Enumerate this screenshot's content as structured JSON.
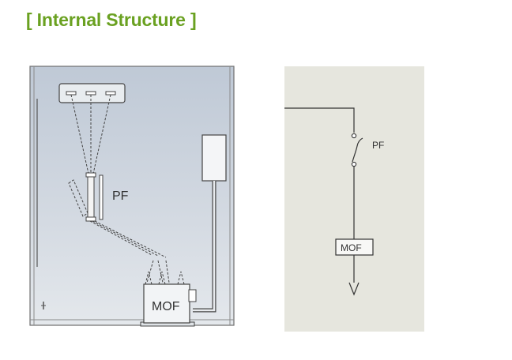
{
  "page_title": "[ Internal Structure ]",
  "labels": {
    "pf_structure": "PF",
    "mof_structure": "MOF",
    "pf_diagram": "PF",
    "mof_diagram": "MOF"
  },
  "colors": {
    "title": "#6aa121",
    "cabinet_fill": "#c9d2dd",
    "diagram_bg": "#e6e6de",
    "line": "#333333"
  }
}
